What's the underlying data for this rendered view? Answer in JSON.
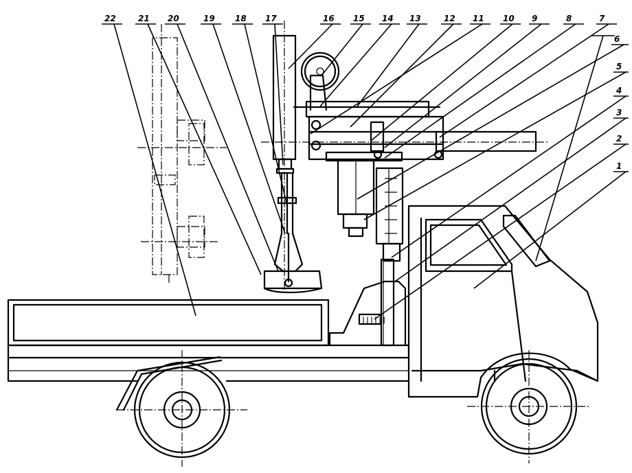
{
  "diagram": {
    "callouts": [
      {
        "id": "1",
        "label": "1"
      },
      {
        "id": "2",
        "label": "2"
      },
      {
        "id": "3",
        "label": "3"
      },
      {
        "id": "4",
        "label": "4"
      },
      {
        "id": "5",
        "label": "5"
      },
      {
        "id": "6",
        "label": "6"
      },
      {
        "id": "7",
        "label": "7"
      },
      {
        "id": "8",
        "label": "8"
      },
      {
        "id": "9",
        "label": "9"
      },
      {
        "id": "10",
        "label": "10"
      },
      {
        "id": "11",
        "label": "11"
      },
      {
        "id": "12",
        "label": "12"
      },
      {
        "id": "13",
        "label": "13"
      },
      {
        "id": "14",
        "label": "14"
      },
      {
        "id": "15",
        "label": "15"
      },
      {
        "id": "16",
        "label": "16"
      },
      {
        "id": "17",
        "label": "17"
      },
      {
        "id": "18",
        "label": "18"
      },
      {
        "id": "19",
        "label": "19"
      },
      {
        "id": "20",
        "label": "20"
      },
      {
        "id": "21",
        "label": "21"
      },
      {
        "id": "22",
        "label": "22"
      }
    ],
    "body_sign": "||||||"
  }
}
